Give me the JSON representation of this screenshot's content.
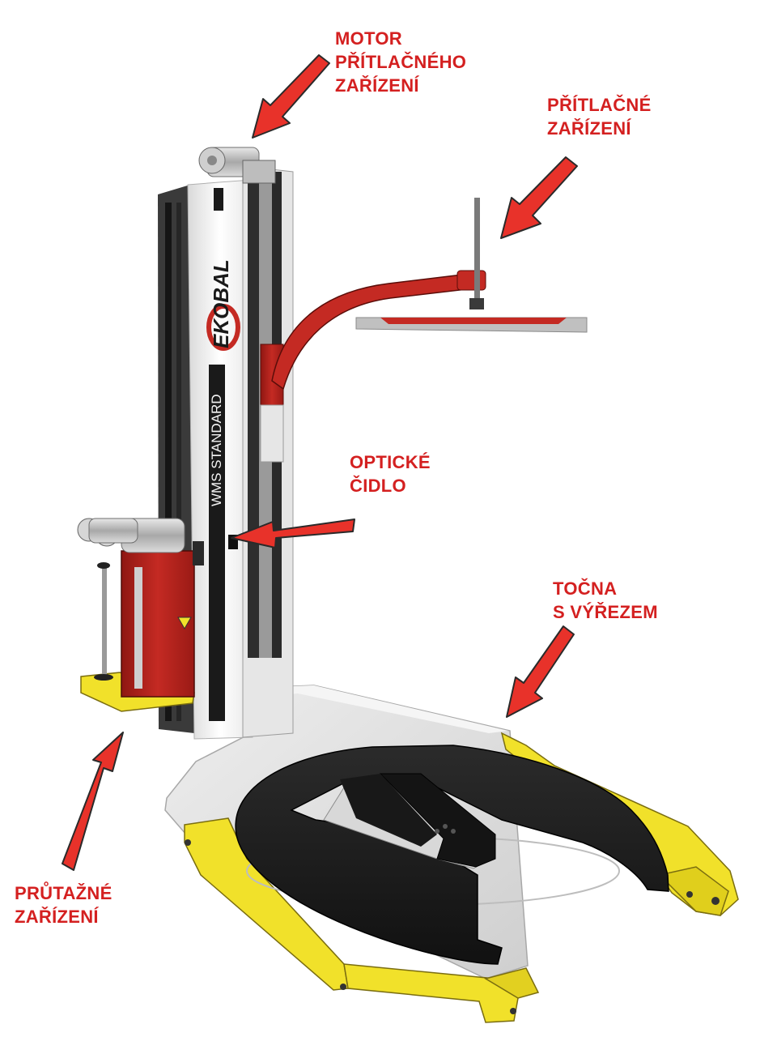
{
  "brand": {
    "logo_text": "EKOBAL",
    "model_text": "WMS STANDARD"
  },
  "labels": {
    "motor": [
      "MOTOR",
      "PŘÍTLAČNÉHO",
      "ZAŘÍZENÍ"
    ],
    "pritlacne": [
      "PŘÍTLAČNÉ",
      "ZAŘÍZENÍ"
    ],
    "opticke": [
      "OPTICKÉ",
      "ČIDLO"
    ],
    "tocna": [
      "TOČNA",
      "S VÝŘEZEM"
    ],
    "prutazne": [
      "PRŮTAŽNÉ",
      "ZAŘÍZENÍ"
    ]
  },
  "colors": {
    "label_red": "#d42020",
    "arrow_red": "#e8322a",
    "arrow_outline": "#2a2a2a",
    "machine_red": "#b3211c",
    "frame_yellow": "#f1e12a",
    "turntable_black": "#1c1c1c",
    "mast_white": "#f2f2f2",
    "base_grey": "#dcdcdc"
  }
}
